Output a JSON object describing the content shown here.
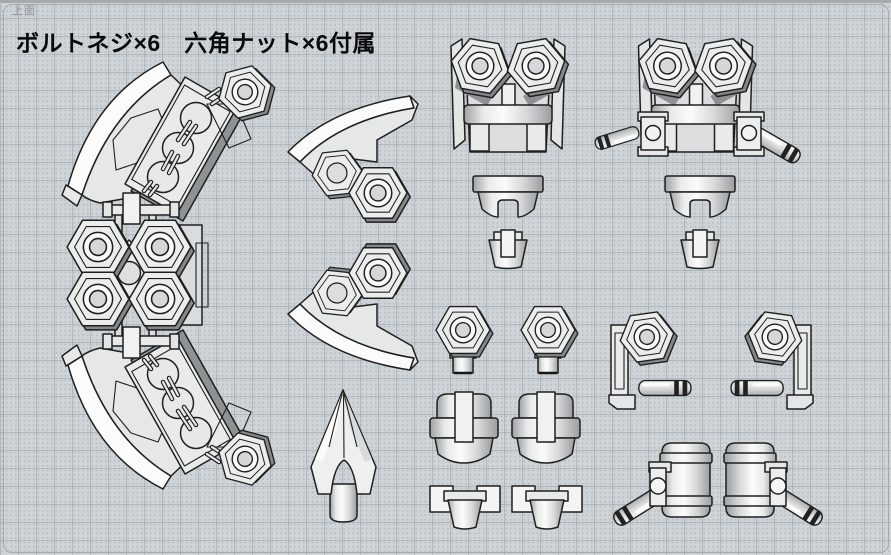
{
  "viewport": {
    "view_label": "上面"
  },
  "annotation": {
    "title": "ボルトネジ×6　六角ナット×6付属"
  },
  "colors": {
    "background": "#ced3d7",
    "grid_line": "#98a0a8",
    "frame": "#a4a9ad",
    "part_fill": "#ebecec",
    "part_highlight": "#fbfbfb",
    "part_shadow": "#8e9193",
    "outline": "#1f1f1f",
    "title_text": "#0a0a0a",
    "view_label_text": "#8d9296"
  },
  "parts": [
    {
      "name": "claw-blade-assembly",
      "count": 1
    },
    {
      "name": "hex-nut-cluster",
      "count": 1
    },
    {
      "name": "curved-blade-with-nuts",
      "count": 2
    },
    {
      "name": "spear-head",
      "count": 1
    },
    {
      "name": "twin-hex-bracket",
      "count": 1
    },
    {
      "name": "twin-hex-bracket-with-thrusters",
      "count": 1
    },
    {
      "name": "round-cap",
      "count": 2
    },
    {
      "name": "socket-peg",
      "count": 2
    },
    {
      "name": "hex-nut-with-peg",
      "count": 2
    },
    {
      "name": "hex-nut-arm-cylinder",
      "count": 2
    },
    {
      "name": "barrel-with-tab",
      "count": 2
    },
    {
      "name": "winged-peg",
      "count": 2
    },
    {
      "name": "barrel-with-thruster",
      "count": 2
    }
  ]
}
